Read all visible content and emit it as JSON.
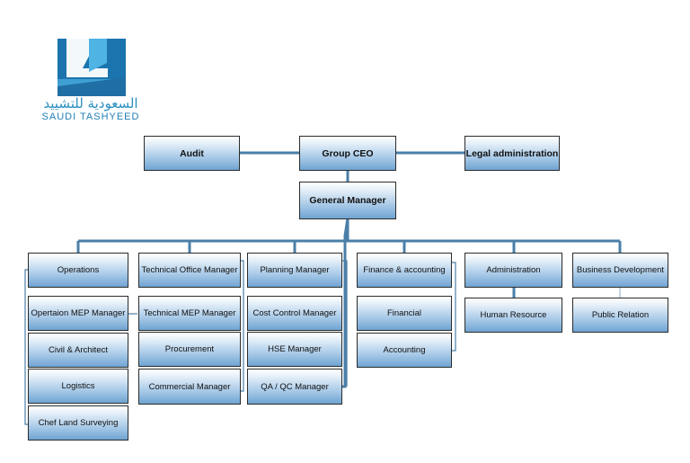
{
  "logo": {
    "arabic_text": "السعودية للتشييد",
    "english_text": "SAUDI TASHYEED",
    "colors": {
      "dark": "#1a6fa8",
      "light": "#3ba7d9"
    }
  },
  "colors": {
    "connector": "#4a7fa8",
    "box_top": "#ffffff",
    "box_bottom": "#6fa4d2",
    "border": "#2b2b2b"
  },
  "top": {
    "audit": "Audit",
    "ceo": "Group CEO",
    "legal": "Legal administration",
    "gm": "General Manager"
  },
  "columns": [
    {
      "head": "Operations",
      "items": [
        "Opertaion MEP Manager",
        "Civil & Architect",
        "Logistics",
        "Chef Land Surveying"
      ]
    },
    {
      "head": "Technical Office Manager",
      "items": [
        "Technical MEP Manager",
        "Procurement",
        "Commercial Manager"
      ]
    },
    {
      "head": "Planning Manager",
      "items": [
        "Cost Control Manager",
        "HSE Manager",
        "QA / QC Manager"
      ]
    },
    {
      "head": "Finance & accounting",
      "items": [
        "Financial",
        "Accounting"
      ]
    },
    {
      "head": "Administration",
      "items": [
        "Human Resource"
      ]
    },
    {
      "head": "Business Development",
      "items": [
        "Public Relation"
      ]
    }
  ]
}
